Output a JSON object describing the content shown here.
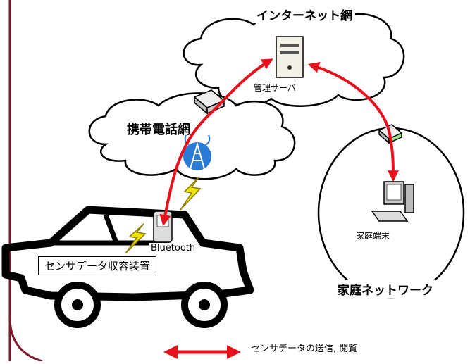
{
  "labels": {
    "internet": "インターネット網",
    "server": "管理サーバ",
    "mobile_network": "携帯電話網",
    "home_terminal": "家庭端末",
    "home_network": "家庭ネットワーク",
    "bluetooth": "Bluetooth",
    "sensor_device": "センサデータ収容装置",
    "legend": "センサデータの送信, 閲覧"
  },
  "colors": {
    "arrow": "#e8101a",
    "frame": "#7a1a2c",
    "outline": "#000000",
    "lightning": "#f2e200",
    "tower": "#2a7bd6"
  },
  "icons": [
    "server-icon",
    "router-icon",
    "antenna-tower-icon",
    "lightning-icon",
    "phone-icon",
    "pc-terminal-icon",
    "car-outline-icon"
  ]
}
